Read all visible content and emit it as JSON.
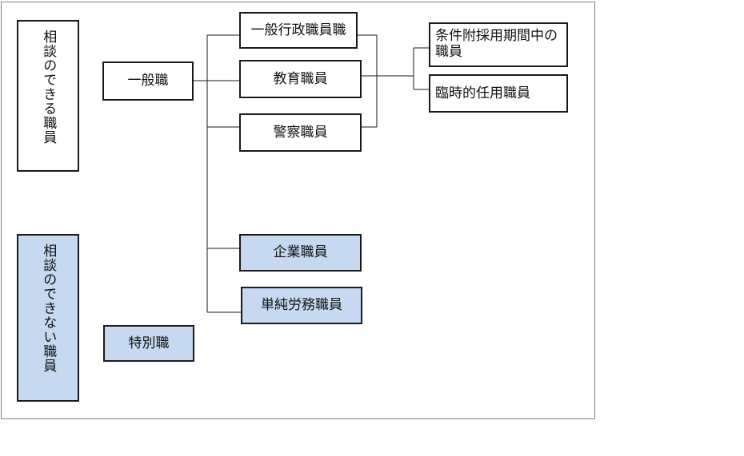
{
  "legend": {
    "can_consult": "相談のできる職員",
    "cannot_consult": "相談のできない職員"
  },
  "categories": {
    "general": "一般職",
    "special": "特別職"
  },
  "staff": {
    "admin": "一般行政職員職",
    "education": "教育職員",
    "police": "警察職員",
    "enterprise": "企業職員",
    "labor": "単純労務職員"
  },
  "education_sub": {
    "conditional": "条件附採用期間中の職員",
    "temporary": "臨時的任用職員"
  },
  "colors": {
    "cannot_consult_fill": "#c6d9f1",
    "border": "#1a1a1a"
  }
}
